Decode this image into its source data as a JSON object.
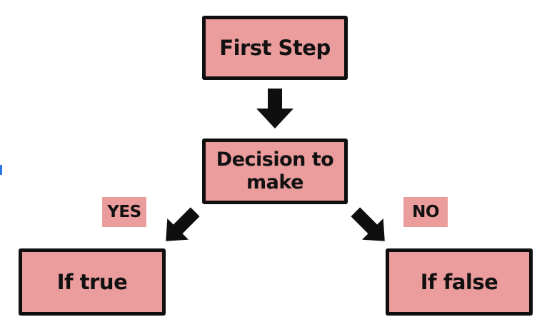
{
  "nodes": {
    "first_step": {
      "label": "First Step"
    },
    "decision": {
      "line1": "Decision to",
      "line2": "make"
    },
    "if_true": {
      "label": "If true"
    },
    "if_false": {
      "label": "If false"
    }
  },
  "branches": {
    "yes": "YES",
    "no": "NO"
  },
  "colors": {
    "box_fill": "#eb9c9c",
    "box_border": "#0f0f0f",
    "arrow": "#0f0f0f",
    "edge_mark": "#2b78e4"
  }
}
